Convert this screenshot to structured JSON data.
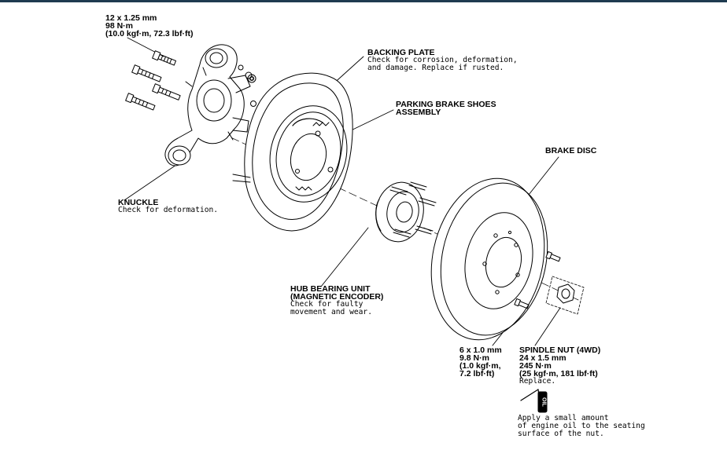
{
  "labels": {
    "knuckle_bolt": {
      "size": "12 x 1.25 mm",
      "torque_nm": "98 N·m",
      "torque_alt": "(10.0 kgf·m, 72.3 lbf·ft)"
    },
    "backing_plate": {
      "title": "BACKING PLATE",
      "note_line1": "Check for corrosion, deformation,",
      "note_line2": "and damage. Replace if rusted."
    },
    "parking_brake": {
      "title_line1": "PARKING BRAKE SHOES",
      "title_line2": "ASSEMBLY"
    },
    "brake_disc": {
      "title": "BRAKE DISC"
    },
    "knuckle": {
      "title": "KNUCKLE",
      "note": "Check for deformation."
    },
    "hub_bearing": {
      "title_line1": "HUB BEARING UNIT",
      "title_line2": "(MAGNETIC ENCODER)",
      "note_line1": "Check for faulty",
      "note_line2": "movement and wear."
    },
    "disc_screw": {
      "size": "6 x 1.0 mm",
      "torque_nm": "9.8 N·m",
      "torque_alt1": "(1.0 kgf·m,",
      "torque_alt2": "7.2 lbf·ft)"
    },
    "spindle_nut": {
      "title": "SPINDLE NUT (4WD)",
      "size": "24 x 1.5 mm",
      "torque_nm": "245 N·m",
      "torque_alt": "(25 kgf·m, 181 lbf·ft)",
      "note": "Replace."
    },
    "oil_note": {
      "icon_text": "OIL",
      "line1": "Apply a small amount",
      "line2": "of engine oil to the seating",
      "line3": "surface of the nut."
    }
  },
  "colors": {
    "top_bar": "#1f3b50",
    "line": "#000000",
    "background": "#ffffff"
  }
}
